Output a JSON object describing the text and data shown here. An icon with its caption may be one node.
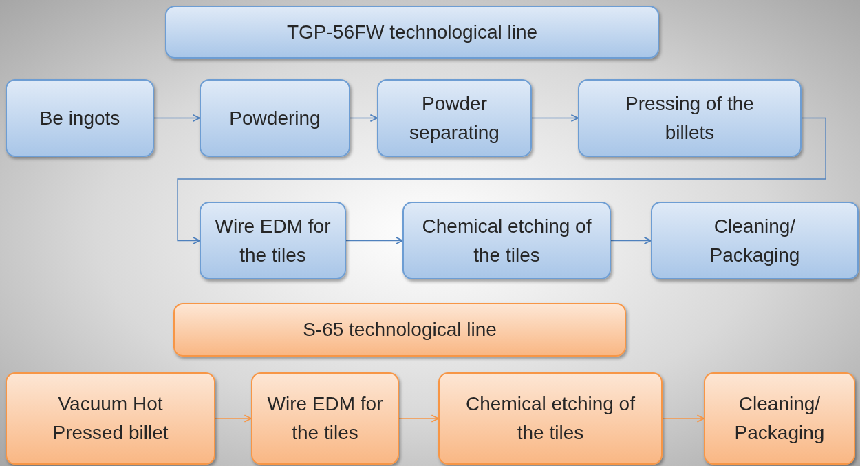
{
  "diagram": {
    "nodes": [
      {
        "text": [
          "TGP-56FW technological line"
        ]
      },
      {
        "text": [
          "Be ingots"
        ]
      },
      {
        "text": [
          "Powdering"
        ]
      },
      {
        "text": [
          "Powder separating"
        ]
      },
      {
        "text": [
          "Pressing of the billets"
        ]
      },
      {
        "text": [
          "Wire EDM for the tiles"
        ]
      },
      {
        "text": [
          "Chemical etching of the tiles"
        ]
      },
      {
        "text": [
          "Cleaning/ Packaging"
        ]
      },
      {
        "text": [
          "S-65 technological line"
        ]
      },
      {
        "text": [
          "Vacuum Hot Pressed billet"
        ]
      },
      {
        "text": [
          "Wire EDM for the tiles"
        ]
      },
      {
        "text": [
          "Chemical etching of the tiles"
        ]
      },
      {
        "text": [
          "Cleaning/ Packaging"
        ]
      }
    ],
    "edges": [
      {
        "from": 1,
        "to": 2,
        "arrow": "to"
      },
      {
        "from": 2,
        "to": 3,
        "arrow": "to"
      },
      {
        "from": 3,
        "to": 4,
        "arrow": "to"
      },
      {
        "from": 4,
        "to": 5,
        "arrow": "to"
      },
      {
        "from": 5,
        "to": 6,
        "arrow": "to"
      },
      {
        "from": 6,
        "to": 7,
        "arrow": "to"
      },
      {
        "from": 9,
        "to": 10,
        "arrow": "to",
        "color": "#f79646"
      },
      {
        "from": 10,
        "to": 11,
        "arrow": "to",
        "color": "#f79646"
      },
      {
        "from": 11,
        "to": 12,
        "arrow": "to",
        "color": "#f79646"
      }
    ]
  }
}
